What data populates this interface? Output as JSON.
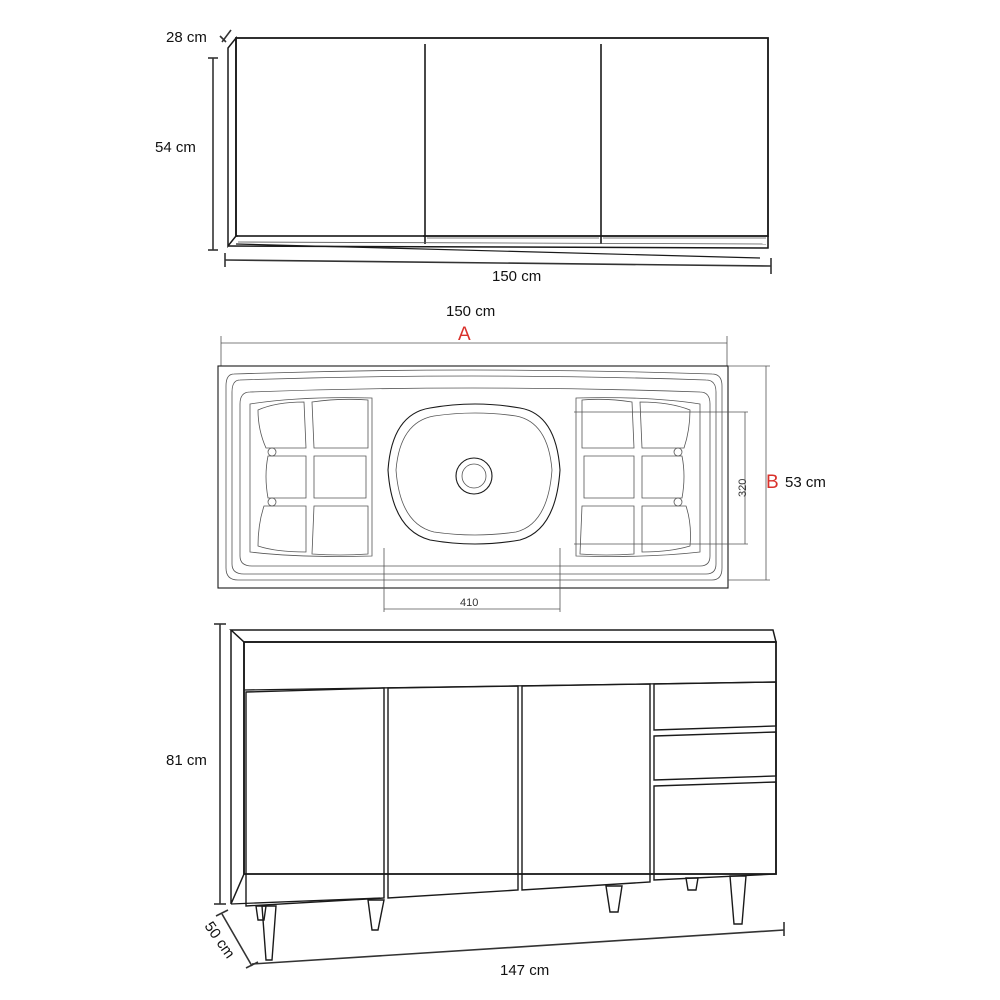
{
  "colors": {
    "line": "#1a1a1a",
    "accent_letter": "#d9312b",
    "background": "#ffffff"
  },
  "wall_cabinet": {
    "depth_label": "28 cm",
    "height_label": "54 cm",
    "width_label": "150 cm"
  },
  "sink_top": {
    "width_label": "150 cm",
    "width_letter": "A",
    "depth_letter": "B",
    "depth_label": "53 cm",
    "basin_height_label": "320",
    "basin_width_label": "410"
  },
  "base_cabinet": {
    "height_label": "81 cm",
    "depth_label": "50 cm",
    "width_label": "147 cm"
  }
}
